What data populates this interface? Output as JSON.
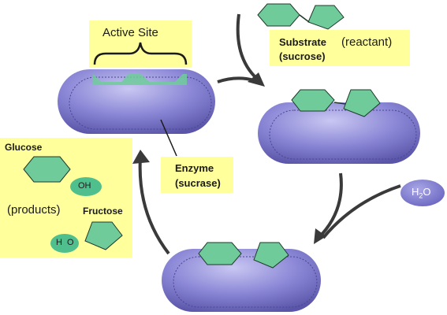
{
  "labels": {
    "active_site": "Active Site",
    "substrate": "Substrate",
    "reactant": "(reactant)",
    "sucrose": "(sucrose)",
    "enzyme": "Enzyme",
    "sucrase": "(sucrase)",
    "glucose": "Glucose",
    "products": "(products)",
    "fructose": "Fructose",
    "oh": "OH",
    "ho_h": "H",
    "ho_o": "O",
    "water_h": "H",
    "water_sub": "2",
    "water_o": "O"
  },
  "colors": {
    "enzyme": "#8a86d6",
    "enzyme_dark": "#5a55a8",
    "molecule_fill": "#6fcc9a",
    "molecule_stroke": "#1f3a2a",
    "hydroxyl": "#4fc08d",
    "label_box": "#ffff9c",
    "arrow": "#3a3a3a",
    "water": "#7d79cf"
  }
}
